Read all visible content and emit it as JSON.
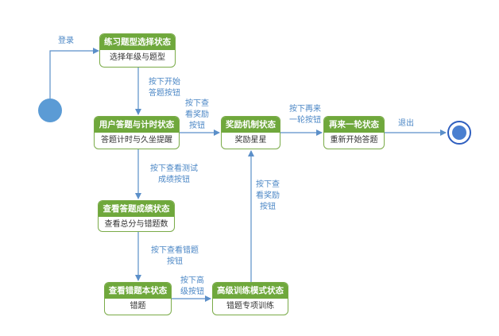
{
  "colors": {
    "state_header": "#6fa83c",
    "state_border": "#7aab48",
    "arrow": "#5b8fc9",
    "label": "#4a86c5",
    "node": "#5b9bd5",
    "node_ring": "#2f5fbf"
  },
  "states": {
    "select": {
      "title": "练习题型选择状态",
      "body": "选择年级与题型"
    },
    "answer": {
      "title": "用户答题与计时状态",
      "body": "答题计时与久坐提醒"
    },
    "reward": {
      "title": "奖励机制状态",
      "body": "奖励星星"
    },
    "again": {
      "title": "再来一轮状态",
      "body": "重新开始答题"
    },
    "score": {
      "title": "查看答题成绩状态",
      "body": "查看总分与错题数"
    },
    "wrongbook": {
      "title": "查看错题本状态",
      "body": "错题"
    },
    "advanced": {
      "title": "高级训练模式状态",
      "body": "错题专项训练"
    }
  },
  "transitions": {
    "login": "登录",
    "start_answer": "按下开始\n答题按钮",
    "view_reward_1": "按下查\n看奖励\n按钮",
    "play_again": "按下再来\n一轮按钮",
    "exit": "退出",
    "view_score": "按下查看测试\n成绩按钮",
    "view_wrong": "按下查看错题\n按钮",
    "advanced": "按下高\n级按钮",
    "view_reward_2": "按下查\n看奖励\n按钮"
  }
}
